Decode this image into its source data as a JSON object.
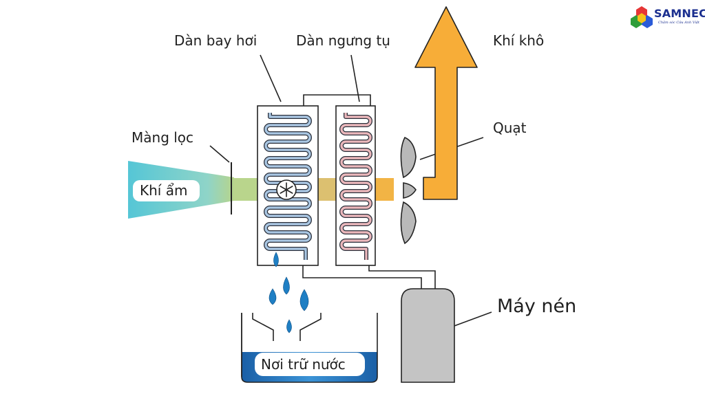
{
  "brand": {
    "name": "SAMNEC",
    "slogan": "Chăm sóc Cửu Anh Việt"
  },
  "labels": {
    "evaporator": "Dàn bay hơi",
    "condenser": "Dàn ngưng tụ",
    "dry_air": "Khí khô",
    "filter": "Màng lọc",
    "fan": "Quạt",
    "humid_air": "Khí ẩm",
    "compressor": "Máy nén",
    "water_tank": "Nơi trữ nước"
  },
  "colors": {
    "dry_air_arrow": "#f7ad38",
    "humid_air_start": "#55c6d6",
    "evaporator_coil": "#8fb2d4",
    "condenser_coil": "#e4a8ad",
    "compressor": "#c4c4c4",
    "water": "#1e78bf",
    "droplet": "#1f7fc4"
  }
}
